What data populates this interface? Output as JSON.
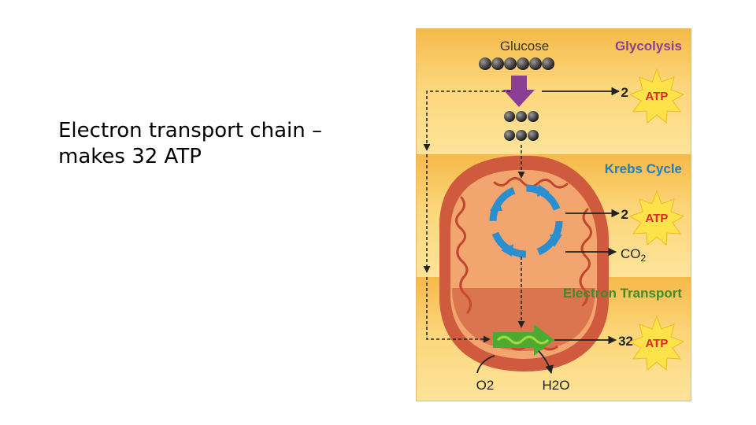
{
  "slide": {
    "text_lines": [
      "Electron transport chain –",
      "makes  32 ATP"
    ]
  },
  "diagram": {
    "glucose_label": "Glucose",
    "stages": [
      {
        "name": "Glycolysis",
        "color": "#8a3f94",
        "atp_count": "2"
      },
      {
        "name": "Krebs Cycle",
        "color": "#1f7fbf",
        "atp_count": "2"
      },
      {
        "name": "Electron Transport",
        "color": "#3e8b2e",
        "atp_count": "32"
      }
    ],
    "atp_label": "ATP",
    "co2_label": "CO",
    "co2_subscript": "2",
    "o2_label": "O2",
    "h2o_label": "H2O",
    "colors": {
      "band_light": "#fcd87c",
      "band_dark": "#f7bf4c",
      "mito_outer": "#cf5a3e",
      "mito_inner": "#f2a06e",
      "atp_star": "#fde24a",
      "atp_text": "#e0262a",
      "cycle_arrows": "#2a8fd0",
      "glycolysis_arrow": "#8a3f94",
      "etc_arrow": "#4caa32"
    }
  }
}
